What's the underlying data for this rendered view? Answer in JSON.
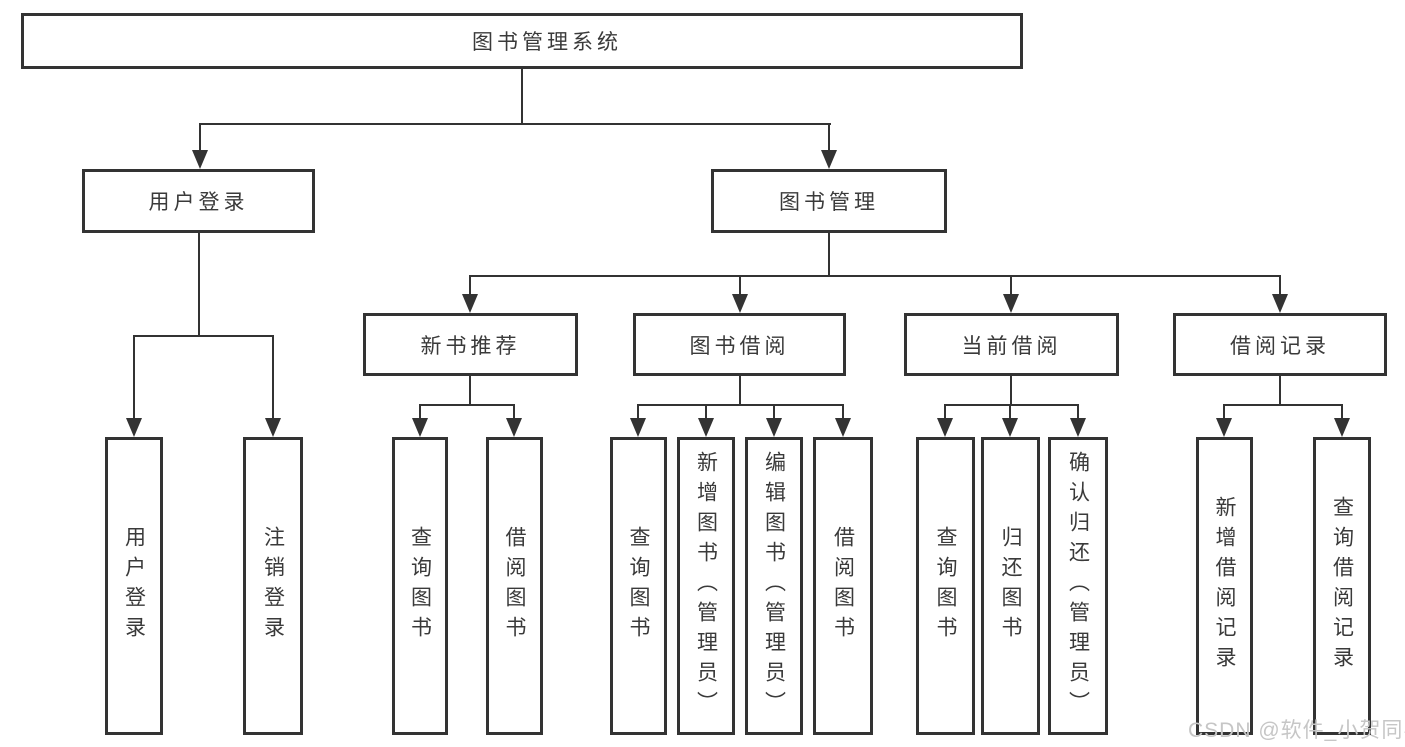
{
  "tree": {
    "root": {
      "label": "图书管理系统",
      "children": [
        {
          "label": "用户登录",
          "children": [
            {
              "label": "用户登录"
            },
            {
              "label": "注销登录"
            }
          ]
        },
        {
          "label": "图书管理",
          "children": [
            {
              "label": "新书推荐",
              "children": [
                {
                  "label": "查询图书"
                },
                {
                  "label": "借阅图书"
                }
              ]
            },
            {
              "label": "图书借阅",
              "children": [
                {
                  "label": "查询图书"
                },
                {
                  "label": "新增图书（管理员）"
                },
                {
                  "label": "编辑图书（管理员）"
                },
                {
                  "label": "借阅图书"
                }
              ]
            },
            {
              "label": "当前借阅",
              "children": [
                {
                  "label": "查询图书"
                },
                {
                  "label": "归还图书"
                },
                {
                  "label": "确认归还（管理员）"
                }
              ]
            },
            {
              "label": "借阅记录",
              "children": [
                {
                  "label": "新增借阅记录"
                },
                {
                  "label": "查询借阅记录"
                }
              ]
            }
          ]
        }
      ]
    }
  },
  "watermark": "CSDN @软件_小贺同学",
  "colors": {
    "line": "#333333",
    "background": "#ffffff",
    "watermark": "#c6c6c6"
  }
}
